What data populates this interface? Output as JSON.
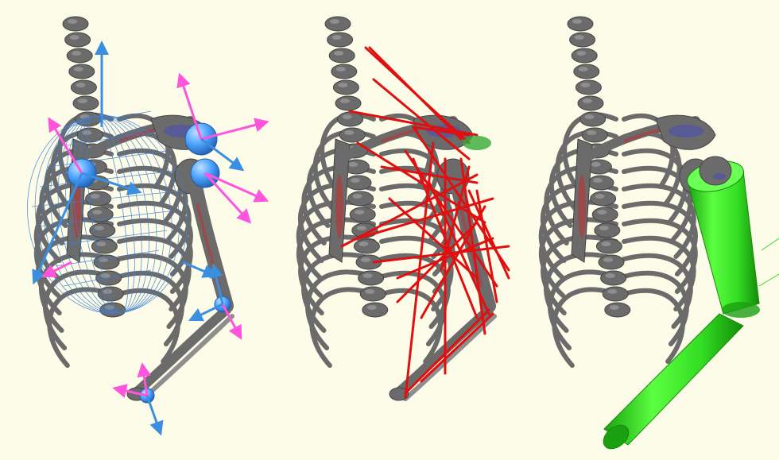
{
  "scene": {
    "background": "#fdfce8",
    "bone_color": "#6b6b6b",
    "bone_highlight": "#8e8e8e",
    "muscle_attachment_color": "#b03a3a",
    "joint_color": "#4da3ff",
    "axis_primary_color": "#ff55dd",
    "axis_secondary_color": "#3b8fe0",
    "muscle_line_color": "#e01010",
    "cylinder_color": "#33dd22",
    "wireframe_color": "#3f7fd0"
  },
  "panels": [
    {
      "id": "panel-joints-frames",
      "overlay": "joints-with-coordinate-frames-and-thorax-wireframe"
    },
    {
      "id": "panel-muscle-lines",
      "overlay": "muscle-line-of-action-paths"
    },
    {
      "id": "panel-segment-cylinders",
      "overlay": "upper-arm-and-forearm-cylinders"
    }
  ]
}
